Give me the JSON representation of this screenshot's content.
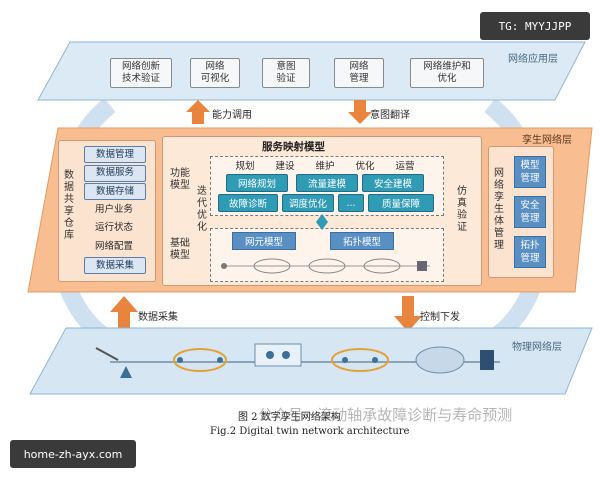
{
  "badges": {
    "top_right": "TG: MYYJJPP",
    "bottom_left": "home-zh-ayx.com"
  },
  "app_layer": {
    "title": "网络应用层",
    "items": [
      {
        "label": "网络创新\n技术验证"
      },
      {
        "label": "网络\n可视化"
      },
      {
        "label": "意图\n验证"
      },
      {
        "label": "网络\n管理"
      },
      {
        "label": "网络维护和\n优化"
      }
    ]
  },
  "arrows": {
    "ability_call": "能力调用",
    "intent_translate": "意图翻译",
    "data_collect": "数据采集",
    "control_send": "控制下发"
  },
  "twin_layer": {
    "title": "孪生网络层",
    "left_title": "数据共享仓库",
    "left_items": [
      "数据管理",
      "数据服务",
      "数据存储",
      "用户业务",
      "运行状态",
      "网络配置",
      "数据采集"
    ],
    "service_title": "服务映射模型",
    "func_model": "功能模型",
    "base_model": "基础模型",
    "iter_opt": "迭代优化",
    "sim_verify": "仿真验证",
    "phases": [
      "规划",
      "建设",
      "维护",
      "优化",
      "运营"
    ],
    "func_boxes_row1": [
      "网络规划",
      "流量建模",
      "安全建模"
    ],
    "func_boxes_row2": [
      "故障诊断",
      "调度优化",
      "...",
      "质量保障"
    ],
    "base_boxes": [
      "网元模型",
      "拓扑模型"
    ],
    "right_title": "网络孪生体管理",
    "right_items": [
      "模型管理",
      "安全管理",
      "拓扑管理"
    ]
  },
  "physical_layer": {
    "title": "物理网络层"
  },
  "caption": {
    "cn": "图 2   数字孪生网络架构",
    "en": "Fig.2   Digital twin network architecture"
  },
  "watermark": "公众号 · 滚动轴承故障诊断与寿命预测",
  "colors": {
    "app_layer": "#d9ebf5",
    "twin_layer": "#f7b98c",
    "physical_layer": "#d6e6f3",
    "teal": "#2f9bb5",
    "arrow": "#e8843d"
  }
}
